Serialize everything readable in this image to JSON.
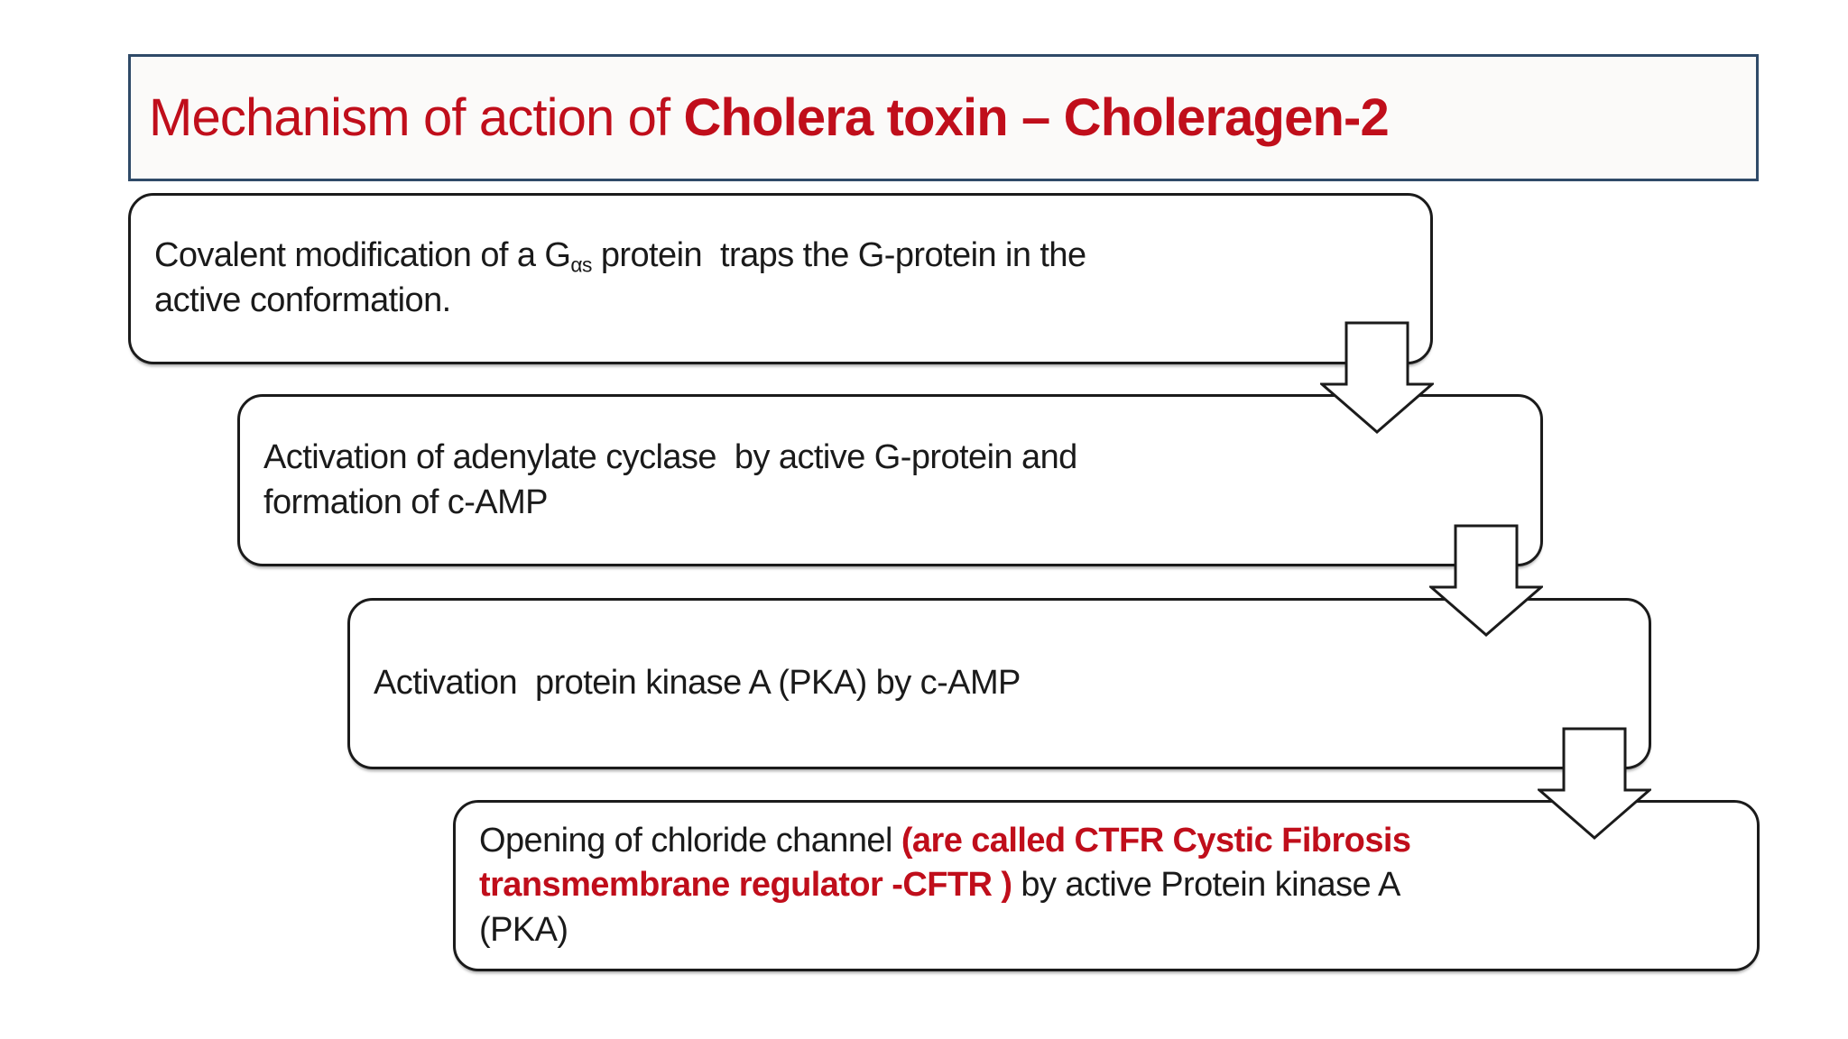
{
  "colors": {
    "accent_red": "#c00e1b",
    "title_border": "#2f4a68",
    "box_border": "#1b1b1b",
    "text_color": "#1a1a1a",
    "title_bg": "#fbfaf9",
    "page_bg": "#ffffff"
  },
  "title": {
    "segments": [
      {
        "t": "Mechanism of action of ",
        "s": "normal"
      },
      {
        "t": "Cholera toxin – Choleragen-2",
        "s": "bold"
      }
    ]
  },
  "flow_boxes": [
    {
      "name": "step-1",
      "segments": [
        {
          "t": "Covalent modification of a G",
          "s": "normal"
        },
        {
          "t": "αs",
          "s": "sub"
        },
        {
          "t": " protein  traps the G-protein in the\nactive conformation.",
          "s": "normal"
        }
      ]
    },
    {
      "name": "step-2",
      "segments": [
        {
          "t": "Activation of adenylate cyclase  by active G-protein and\nformation of c-AMP",
          "s": "normal"
        }
      ]
    },
    {
      "name": "step-3",
      "segments": [
        {
          "t": "Activation  protein kinase A (PKA) by c-AMP",
          "s": "normal"
        }
      ]
    },
    {
      "name": "step-4",
      "segments": [
        {
          "t": "Opening of chloride channel ",
          "s": "normal"
        },
        {
          "t": "(are called CTFR Cystic Fibrosis\ntransmembrane regulator -CFTR )",
          "s": "red-bold"
        },
        {
          "t": " by active Protein kinase A\n(PKA)",
          "s": "normal"
        }
      ]
    }
  ]
}
